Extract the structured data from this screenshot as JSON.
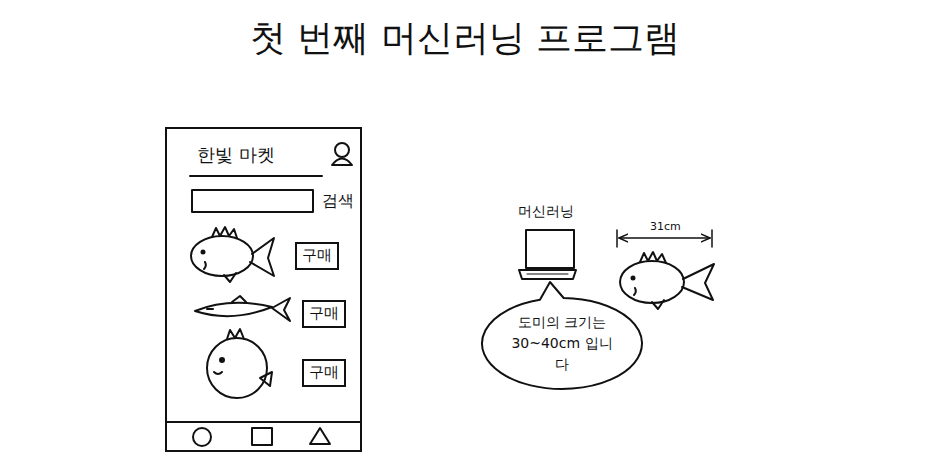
{
  "diagram": {
    "title": "첫 번째 머신러닝 프로그램",
    "nodes": [
      {
        "text": [
          "한빛 마켓"
        ]
      },
      {
        "text": [
          "구매"
        ],
        "in": 0
      },
      {
        "text": [
          "구매"
        ],
        "in": 0
      },
      {
        "text": [
          "구매"
        ],
        "in": 0
      },
      {
        "text": [
          "도미의 크기는 30~40cm 입니다"
        ]
      }
    ],
    "labels": [
      "검색",
      "머신러닝",
      "31cm"
    ]
  }
}
